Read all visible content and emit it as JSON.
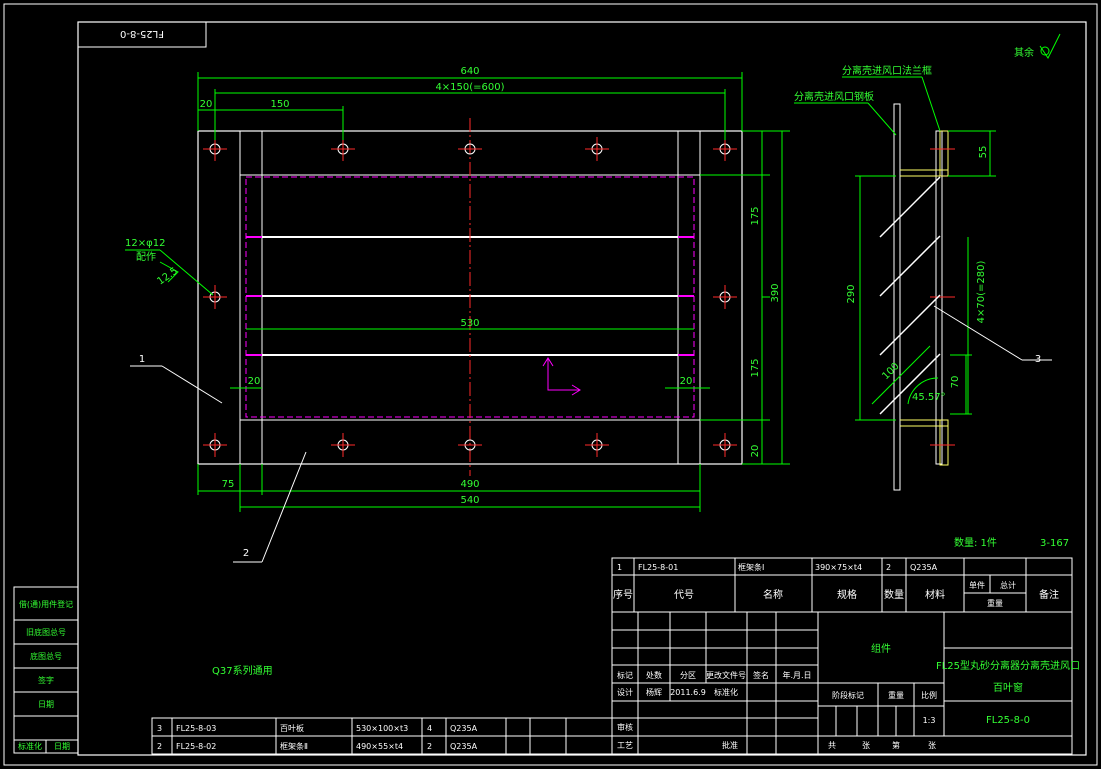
{
  "drawing": {
    "code_mirrored": "FL25-8-0",
    "roughness_note": "其余",
    "series_note": "Q37系列通用",
    "quantity_note": "数量: 1件",
    "page_number": "3-167"
  },
  "front_view": {
    "dim_overall_width": "640",
    "dim_hole_pitch": "4×150(=600)",
    "dim_edge_20": "20",
    "dim_first_pitch": "150",
    "dim_inner_530": "530",
    "dim_left_20": "20",
    "dim_right_20": "20",
    "dim_left_75": "75",
    "dim_490": "490",
    "dim_540": "540",
    "dim_175_top": "175",
    "dim_175_bottom": "175",
    "dim_390": "390",
    "dim_20_bottom": "20",
    "hole_note": "12×φ12",
    "hole_note2": "配作",
    "weld_note": "12.5",
    "balloon_1": "1",
    "balloon_2": "2"
  },
  "side_view": {
    "label_flange": "分离壳进风口法兰框",
    "label_plate": "分离壳进风口钢板",
    "dim_55": "55",
    "dim_290": "290",
    "dim_pitch": "4×70(=280)",
    "dim_100": "100",
    "dim_70": "70",
    "dim_angle": "45.57°",
    "balloon_3": "3"
  },
  "bom_top": {
    "row": [
      "1",
      "FL25-8-01",
      "框架条Ⅰ",
      "390×75×t4",
      "2",
      "Q235A",
      "",
      ""
    ],
    "header": {
      "seq": "序号",
      "code": "代号",
      "name": "名称",
      "spec": "规格",
      "qty": "数量",
      "material": "材料",
      "single": "单件",
      "total": "总计",
      "weight": "重量",
      "remark": "备注"
    }
  },
  "bom_bottom": [
    [
      "3",
      "FL25-8-03",
      "百叶板",
      "530×100×t3",
      "4",
      "Q235A",
      "",
      ""
    ],
    [
      "2",
      "FL25-8-02",
      "框架条Ⅱ",
      "490×55×t4",
      "2",
      "Q235A",
      "",
      ""
    ]
  ],
  "title_block": {
    "component": "组件",
    "product_line1": "FL25型丸砂分离器分离壳进风口",
    "product_line2": "百叶窗",
    "drawing_no": "FL25-8-0",
    "scale_label": "比例",
    "scale_value": "1:3",
    "weight_label": "重量",
    "stage_label": "阶段标记",
    "sheets_total": "共",
    "sheet_unit": "张",
    "sheet_no": "第",
    "sheet_unit2": "张",
    "rev_headers": [
      "标记",
      "处数",
      "分区",
      "更改文件号",
      "签名",
      "年.月.日"
    ],
    "design": "设计",
    "designer": "杨辉",
    "design_date": "2011.6.9",
    "standardize": "标准化",
    "review": "审核",
    "process": "工艺",
    "approve": "批准"
  },
  "left_strip": {
    "cells": [
      "借(通)用件登记",
      "旧底图总号",
      "底图总号",
      "签字",
      "日期",
      "标准化",
      "日期"
    ]
  }
}
